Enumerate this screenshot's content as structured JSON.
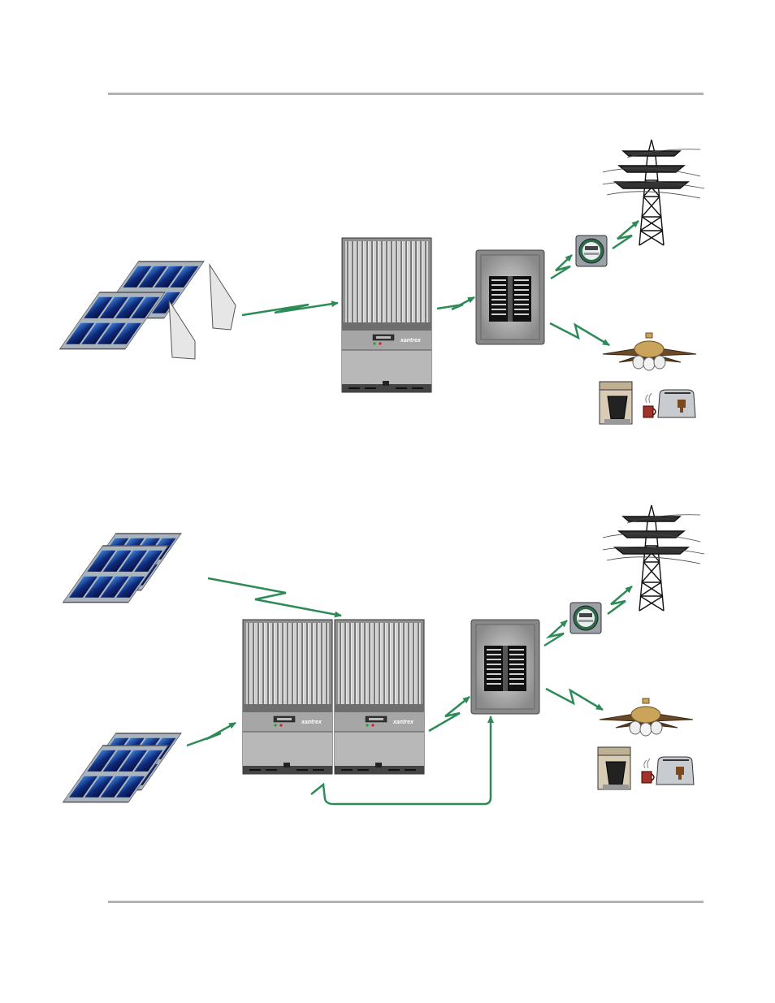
{
  "colors": {
    "arrow": "#2e8b57",
    "panel_cell": "#1a3a8a",
    "panel_frame": "#b8c0c8",
    "inverter_body": "#9a9a9a",
    "inverter_fins": "#c8c8c8",
    "breaker_box": "#8c8c8c",
    "rule": "#b3b3b3"
  },
  "diagram_top": {
    "inverter": {
      "brand": "xantrex"
    },
    "nodes": [
      "solar-array",
      "inverter",
      "breaker-panel",
      "utility-meter",
      "utility-tower",
      "household-loads"
    ]
  },
  "diagram_bottom": {
    "inverter_left": {
      "brand": "xantrex"
    },
    "inverter_right": {
      "brand": "xantrex"
    },
    "nodes": [
      "solar-array-upper",
      "solar-array-lower",
      "inverter-left",
      "inverter-right",
      "breaker-panel",
      "utility-meter",
      "utility-tower",
      "household-loads"
    ]
  },
  "icons": [
    "solar-panel-icon",
    "inverter-icon",
    "breaker-panel-icon",
    "meter-icon",
    "power-tower-icon",
    "ceiling-fan-icon",
    "coffee-maker-icon",
    "toaster-icon"
  ]
}
